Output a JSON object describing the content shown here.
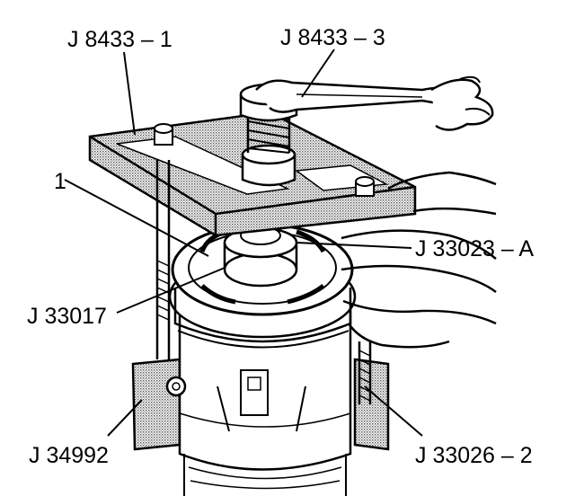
{
  "labels": {
    "tool_forcing_screw": "J 8433 – 3",
    "tool_puller_bar": "J 8433 – 1",
    "part_number": "1",
    "tool_hub_adapter": "J 33023 – A",
    "tool_shaft_protector": "J 33017",
    "tool_holding_fixture": "J 34992",
    "tool_pin": "J 33026 – 2"
  },
  "colors": {
    "ink": "#000000",
    "screen": "#b3b3b3",
    "paper": "#ffffff"
  }
}
